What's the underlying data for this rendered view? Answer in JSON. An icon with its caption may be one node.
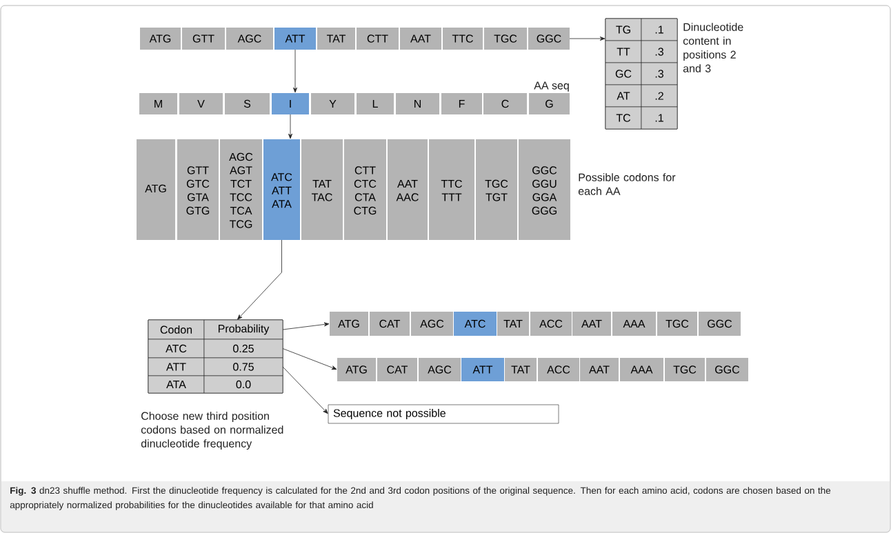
{
  "diagram": {
    "caption": "**Fig. 3** dn23 shuffle method. First the dinucleotide frequency is calculated for the 2nd and 3rd codon positions of the original sequence. Then for each amino acid, codons are chosen based on the appropriately normalized probabilities for the dinucleotides available for that amino acid",
    "nodes": [
      {
        "text": [
          "ATG"
        ]
      },
      {
        "text": [
          "GTT"
        ]
      },
      {
        "text": [
          "AGC"
        ]
      },
      {
        "text": [
          "ATT"
        ]
      },
      {
        "text": [
          "TAT"
        ]
      },
      {
        "text": [
          "CTT"
        ]
      },
      {
        "text": [
          "AAT"
        ]
      },
      {
        "text": [
          "TTC"
        ]
      },
      {
        "text": [
          "TGC"
        ]
      },
      {
        "text": [
          "GGC"
        ]
      },
      {
        "text": [],
        "shape": "box",
        "beside": [
          "Dinucleotide content in positions 2 and 3"
        ]
      },
      {
        "text": [
          "TG"
        ],
        "in": 10
      },
      {
        "text": [
          ".1"
        ],
        "in": 10
      },
      {
        "text": [
          "TT"
        ],
        "in": 10
      },
      {
        "text": [
          ".3"
        ],
        "in": 10
      },
      {
        "text": [
          "GC"
        ],
        "in": 10
      },
      {
        "text": [
          ".3"
        ],
        "in": 10
      },
      {
        "text": [
          "AT"
        ],
        "in": 10
      },
      {
        "text": [
          ".2"
        ],
        "in": 10
      },
      {
        "text": [
          "TC"
        ],
        "in": 10
      },
      {
        "text": [
          ".1"
        ],
        "in": 10
      },
      {
        "text": [
          "M"
        ]
      },
      {
        "text": [
          "V"
        ]
      },
      {
        "text": [
          "S"
        ]
      },
      {
        "text": [
          "I"
        ]
      },
      {
        "text": [
          "Y"
        ]
      },
      {
        "text": [
          "L"
        ]
      },
      {
        "text": [
          "N"
        ]
      },
      {
        "text": [
          "F"
        ]
      },
      {
        "text": [
          "C"
        ]
      },
      {
        "text": [
          "G"
        ]
      },
      {
        "text": [
          "ATG"
        ]
      },
      {
        "text": [
          "GTT GTC GTA GTG"
        ]
      },
      {
        "text": [
          "AGC AGT TCT TCC TCA TCG"
        ]
      },
      {
        "text": [
          "ATC ATT ATA"
        ]
      },
      {
        "text": [
          "TAT TAC"
        ]
      },
      {
        "text": [
          "CTT CTC CTA CTG"
        ]
      },
      {
        "text": [
          "AAT AAC"
        ]
      },
      {
        "text": [
          "TTC TTT"
        ]
      },
      {
        "text": [
          "TGC TGT"
        ]
      },
      {
        "text": [
          "GGC GGU GGA GGG"
        ]
      },
      {
        "text": [],
        "shape": "box",
        "beside": [
          "Choose new third position codons based on normalized dinucleotide frequency"
        ]
      },
      {
        "text": [
          "Codon"
        ],
        "in": 41
      },
      {
        "text": [
          "Probability"
        ],
        "in": 41
      },
      {
        "text": [
          "ATC"
        ],
        "in": 41
      },
      {
        "text": [
          "0.25"
        ],
        "in": 41
      },
      {
        "text": [
          "ATT"
        ],
        "in": 41
      },
      {
        "text": [
          "0.75"
        ],
        "in": 41
      },
      {
        "text": [
          "ATA"
        ],
        "in": 41
      },
      {
        "text": [
          "0.0"
        ],
        "in": 41
      },
      {
        "text": [
          "ATG"
        ]
      },
      {
        "text": [
          "CAT"
        ]
      },
      {
        "text": [
          "AGC"
        ]
      },
      {
        "text": [
          "ATC"
        ]
      },
      {
        "text": [
          "TAT"
        ]
      },
      {
        "text": [
          "ACC"
        ]
      },
      {
        "text": [
          "AAT"
        ]
      },
      {
        "text": [
          "AAA"
        ]
      },
      {
        "text": [
          "TGC"
        ]
      },
      {
        "text": [
          "GGC"
        ]
      },
      {
        "text": [
          "ATG"
        ]
      },
      {
        "text": [
          "CAT"
        ]
      },
      {
        "text": [
          "AGC"
        ]
      },
      {
        "text": [
          "ATT"
        ]
      },
      {
        "text": [
          "TAT"
        ]
      },
      {
        "text": [
          "ACC"
        ]
      },
      {
        "text": [
          "AAT"
        ]
      },
      {
        "text": [
          "AAA"
        ]
      },
      {
        "text": [
          "TGC"
        ]
      },
      {
        "text": [
          "GGC"
        ]
      },
      {
        "text": [
          "Sequence not possible"
        ]
      }
    ],
    "edges": [
      {
        "from": 9,
        "to": 10,
        "arrow": "to"
      },
      {
        "from": 3,
        "to": 24,
        "arrow": "to"
      },
      {
        "from": 24,
        "to": 34,
        "arrow": "to"
      },
      {
        "from": 34,
        "to": 41,
        "arrow": "to"
      },
      {
        "from": 43,
        "to": 50,
        "arrow": "to"
      },
      {
        "from": 45,
        "to": 60,
        "arrow": "to"
      },
      {
        "from": 47,
        "to": 70,
        "arrow": "to"
      }
    ],
    "labels": [
      "AA seq",
      "Possible codons for each AA"
    ]
  }
}
